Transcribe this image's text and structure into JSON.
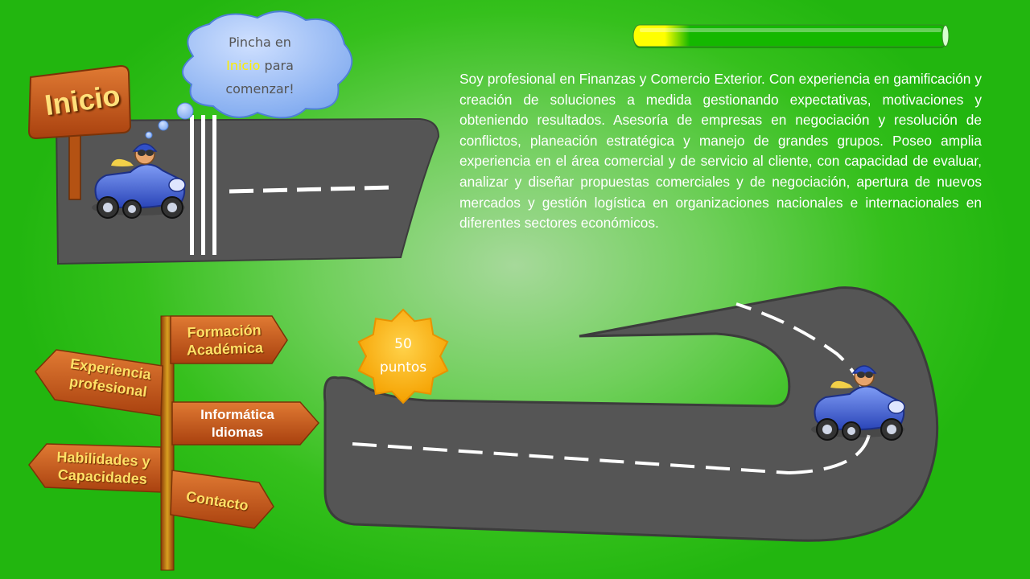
{
  "progress": {
    "level": 0.18,
    "colors": {
      "start": "#ffff00",
      "end": "#14b800"
    }
  },
  "start_sign": {
    "label": "Inicio"
  },
  "hint_cloud": {
    "line1": "Pincha en",
    "highlight": "Inicio",
    "line2_rest": " para",
    "line3": "comenzar!"
  },
  "bio": {
    "text": "Soy profesional en Finanzas y Comercio Exterior. Con experiencia en gamificación y creación de soluciones a medida gestionando expectativas, motivaciones y obteniendo resultados. Asesoría de empresas en negociación y resolución de conflictos, planeación estratégica y manejo de grandes grupos. Poseo amplia experiencia en el área comercial y de servicio al cliente, con capacidad de evaluar, analizar y diseñar propuestas comerciales y de negociación, apertura de nuevos mercados y  gestión logística en organizaciones nacionales e internacionales en diferentes sectores económicos."
  },
  "signpost": {
    "formacion": [
      "Formación",
      "Académica"
    ],
    "experiencia": [
      "Experiencia",
      "profesional"
    ],
    "informatica": [
      "Informática",
      "Idiomas"
    ],
    "habilidades": [
      "Habilidades y",
      "Capacidades"
    ],
    "contacto": "Contacto"
  },
  "points_badge": {
    "value": "50",
    "unit": "puntos"
  },
  "colors": {
    "road": "#555555",
    "sign_wood": "#c0561a",
    "badge": "#ffb300",
    "car": "#3d63d8"
  }
}
